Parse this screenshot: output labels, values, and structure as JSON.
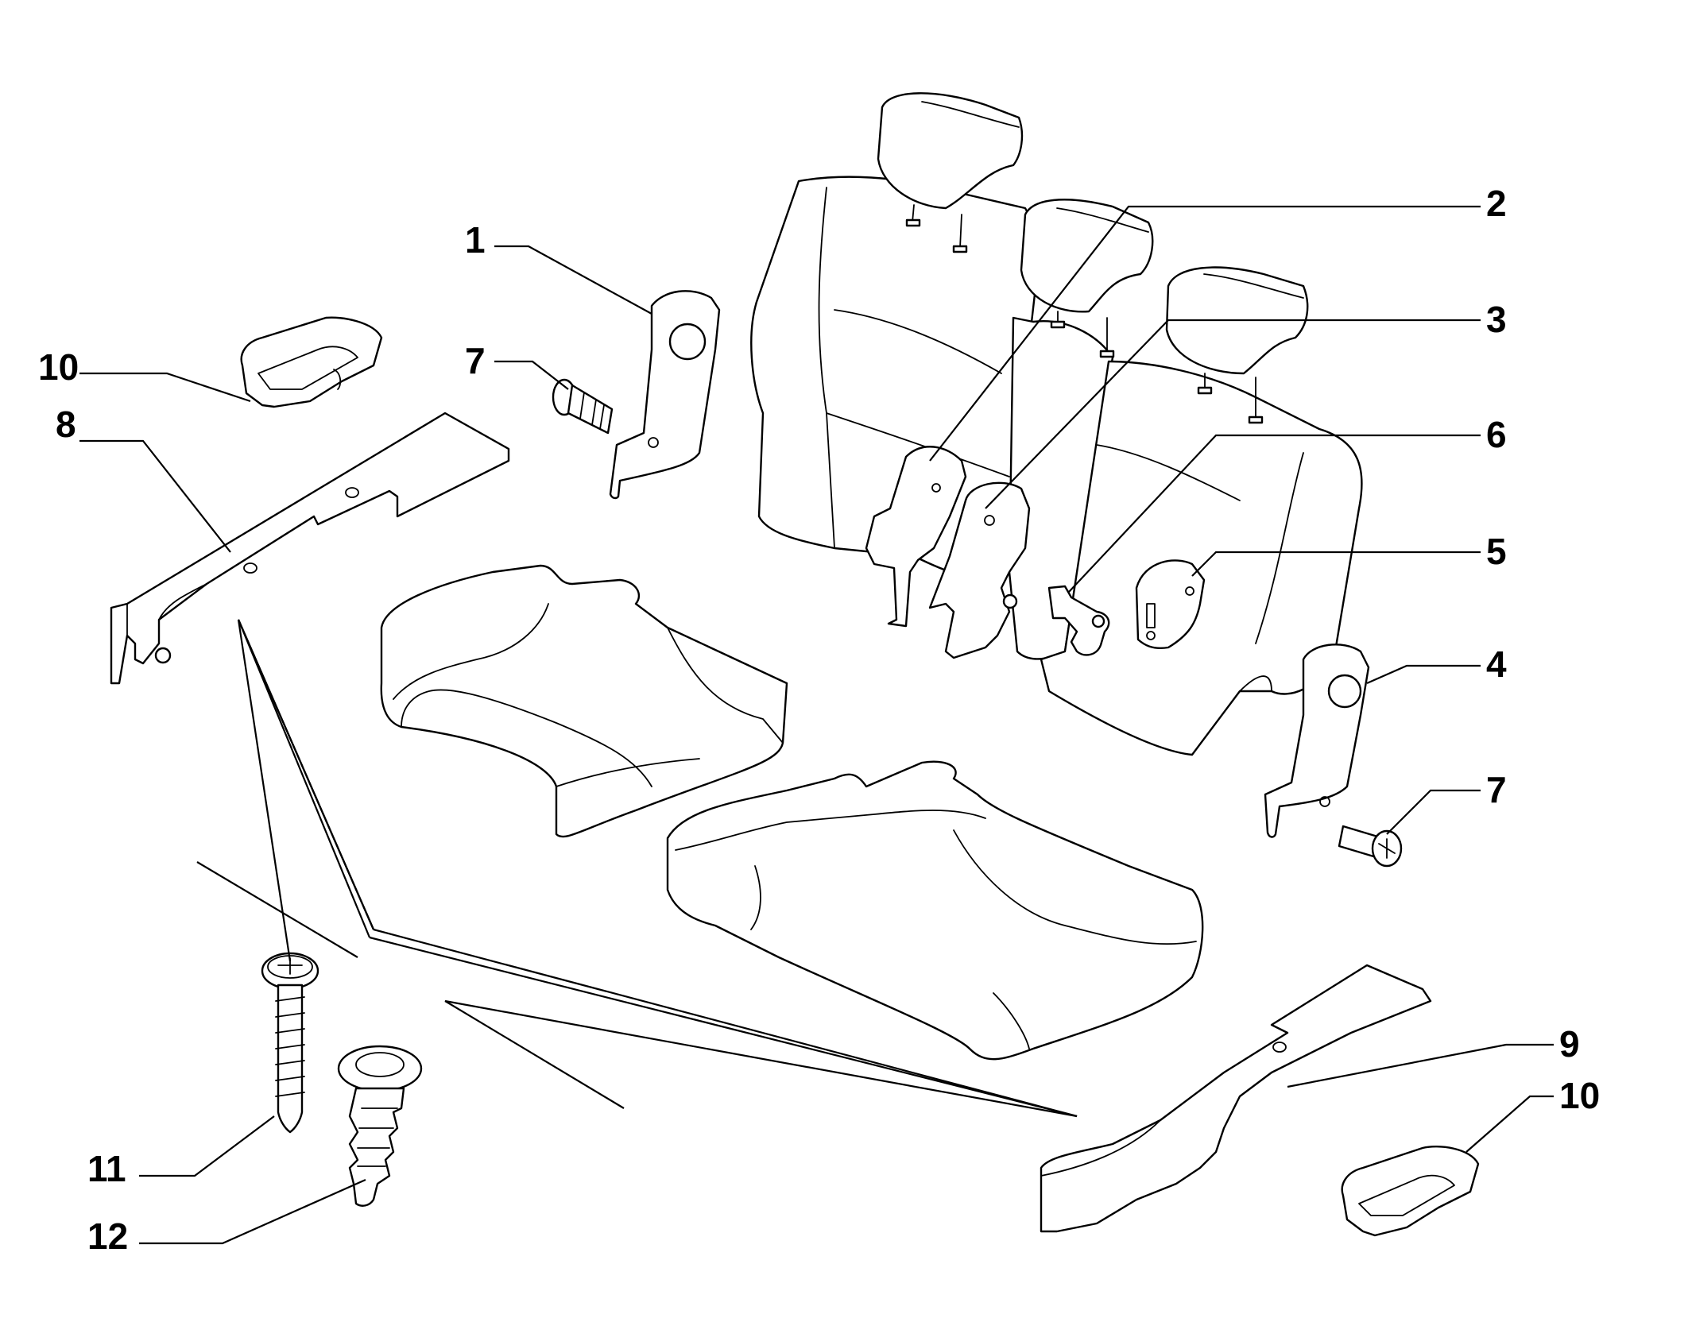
{
  "callouts": [
    {
      "id": "1",
      "label": "1"
    },
    {
      "id": "2",
      "label": "2"
    },
    {
      "id": "3",
      "label": "3"
    },
    {
      "id": "4",
      "label": "4"
    },
    {
      "id": "5",
      "label": "5"
    },
    {
      "id": "6",
      "label": "6"
    },
    {
      "id": "7a",
      "label": "7"
    },
    {
      "id": "7b",
      "label": "7"
    },
    {
      "id": "8",
      "label": "8"
    },
    {
      "id": "9",
      "label": "9"
    },
    {
      "id": "10a",
      "label": "10"
    },
    {
      "id": "10b",
      "label": "10"
    },
    {
      "id": "11",
      "label": "11"
    },
    {
      "id": "12",
      "label": "12"
    }
  ]
}
